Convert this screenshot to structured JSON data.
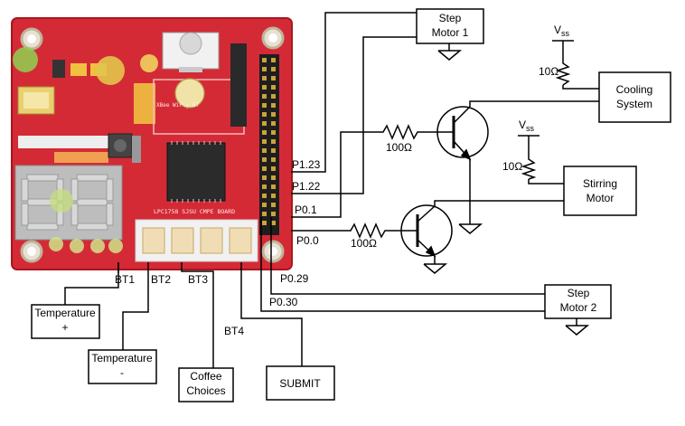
{
  "board": {
    "silkscreen": "LPC1758 SJSU CMPE BOARD",
    "xbee_label": "XBee WiFly BT"
  },
  "pins": {
    "p1_23": "P1.23",
    "p1_22": "P1.22",
    "p0_1": "P0.1",
    "p0_0": "P0.0",
    "p0_29": "P0.29",
    "p0_30": "P0.30"
  },
  "buttons": {
    "bt1": "BT1",
    "bt2": "BT2",
    "bt3": "BT3",
    "bt4": "BT4"
  },
  "blocks": {
    "step_motor_1": [
      "Step",
      "Motor 1"
    ],
    "step_motor_2": [
      "Step",
      "Motor 2"
    ],
    "cooling_system": [
      "Cooling",
      "System"
    ],
    "stirring_motor": [
      "Stirring",
      "Motor"
    ],
    "temperature_plus": [
      "Temperature",
      "+"
    ],
    "temperature_minus": [
      "Temperature",
      "-"
    ],
    "coffee_choices": [
      "Coffee",
      "Choices"
    ],
    "submit": "SUBMIT"
  },
  "components": {
    "vss_1": {
      "v": "V",
      "sub": "ss"
    },
    "vss_2": {
      "v": "V",
      "sub": "ss"
    },
    "resistor_cooling": "10Ω",
    "resistor_stirring": "10Ω",
    "resistor_base_1": "100Ω",
    "resistor_base_2": "100Ω"
  },
  "colors": {
    "pcb": "#d42a36",
    "pcb_dark": "#a8161f",
    "wire": "#000000"
  }
}
